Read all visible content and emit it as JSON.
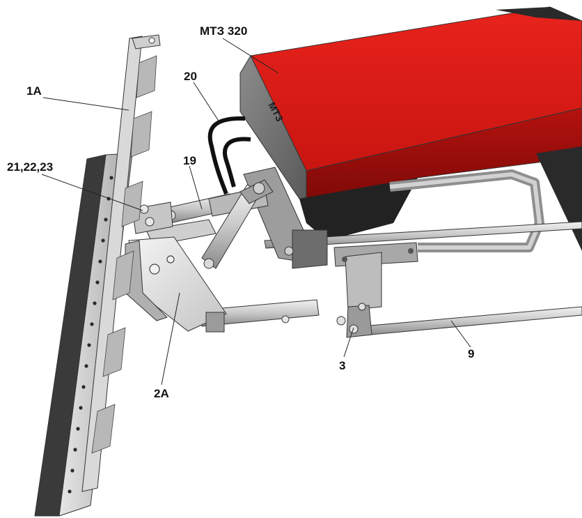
{
  "labels": {
    "tractor_model": "МТЗ 320",
    "hose": "20",
    "blade": "1A",
    "pivot_bolts": "21,22,23",
    "cylinder": "19",
    "frame": "2A",
    "mount_bracket": "3",
    "push_rod": "9"
  },
  "colors": {
    "hood_red": "#d8140f",
    "hood_red_dark": "#a80e0b",
    "metal_light": "#dcdcdc",
    "metal_mid": "#b4b4b4",
    "metal_dark": "#7a7a7a",
    "rubber_edge": "#3a3a3a",
    "hose_black": "#111111"
  }
}
